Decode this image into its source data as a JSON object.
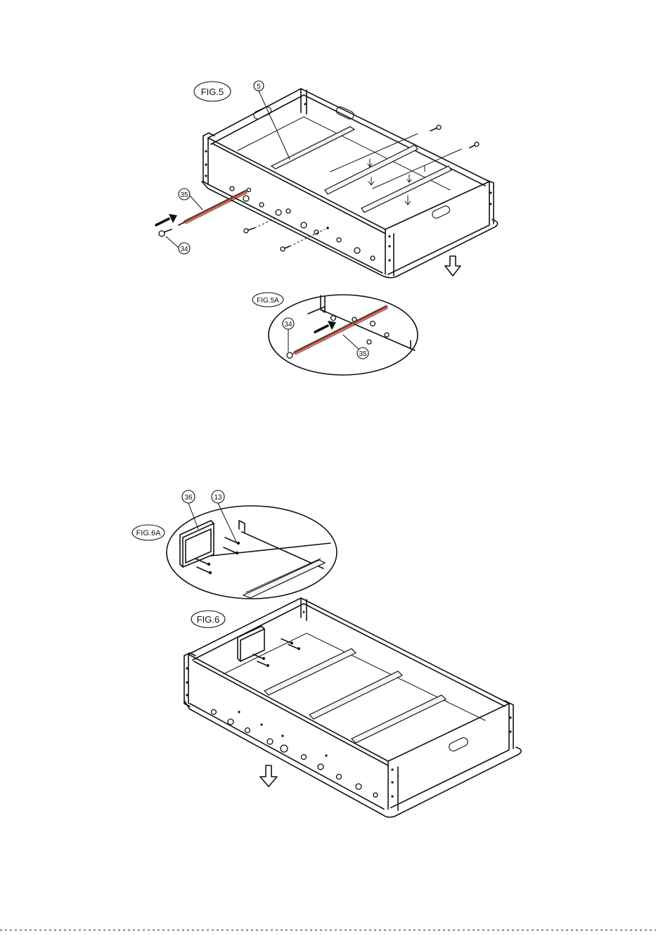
{
  "figures": {
    "fig5": {
      "label": "FIG.5",
      "parts": {
        "rail": "5",
        "rod": "35",
        "bolt": "34"
      }
    },
    "fig5a": {
      "label": "FIG.5A",
      "parts": {
        "bolt": "34",
        "rod": "35"
      }
    },
    "fig6a": {
      "label": "FIG.6A",
      "parts": {
        "block": "36",
        "screws": "13"
      }
    },
    "fig6": {
      "label": "FIG.6"
    }
  },
  "colors": {
    "line": "#111111",
    "rod_highlight": "#c0392b",
    "background": "#ffffff"
  },
  "icons": [
    "push-arrow-icon",
    "down-direction-arrow-icon"
  ]
}
